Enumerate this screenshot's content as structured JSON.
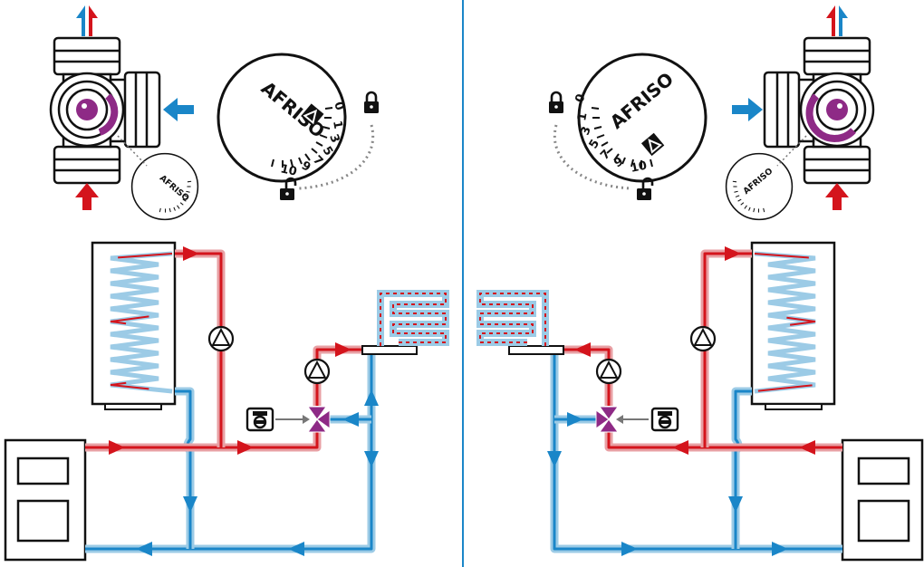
{
  "dial": {
    "brand": "AFRISO",
    "scale": [
      "0",
      "1",
      "3",
      "5",
      "7",
      "9",
      "10"
    ]
  },
  "colors": {
    "hot": "#d4141c",
    "cold": "#1a86c8",
    "hot_outline": "#e8a0a4",
    "cold_outline": "#9ccbe6",
    "valve": "#8e2a86",
    "divider": "#1a86c8",
    "ink": "#111111"
  },
  "icons": [
    "arrow-up-hot-cold-icon",
    "arrow-left-icon",
    "arrow-right-icon",
    "lock-closed-icon",
    "lock-open-icon",
    "pump-icon",
    "mixing-valve-icon",
    "actuator-icon",
    "afriso-logo-icon"
  ]
}
